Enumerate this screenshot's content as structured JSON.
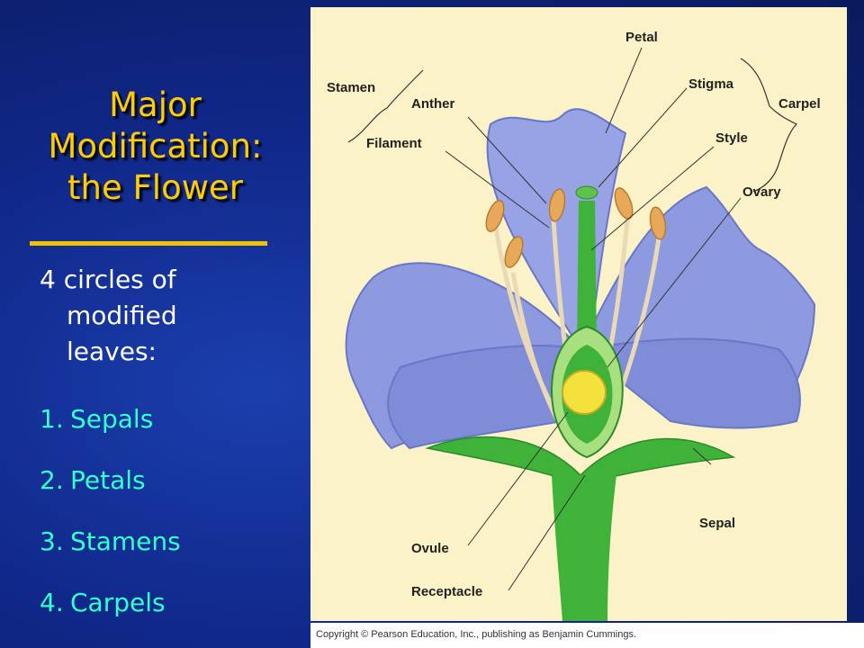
{
  "slide": {
    "title_lines": [
      "Major",
      "Modification:",
      "the Flower"
    ],
    "lead_lines": [
      "4 circles of",
      "modified",
      "leaves:"
    ],
    "parts": [
      {
        "num": "1.",
        "label": "Sepals"
      },
      {
        "num": "2.",
        "label": "Petals"
      },
      {
        "num": "3.",
        "label": "Stamens"
      },
      {
        "num": "4.",
        "label": "Carpels"
      }
    ],
    "copyright": "Copyright © Pearson Education, Inc., publishing as Benjamin Cummings."
  },
  "diagram": {
    "labels": {
      "stamen": "Stamen",
      "anther": "Anther",
      "filament": "Filament",
      "petal": "Petal",
      "stigma": "Stigma",
      "carpel": "Carpel",
      "style": "Style",
      "ovary": "Ovary",
      "sepal": "Sepal",
      "ovule": "Ovule",
      "receptacle": "Receptacle"
    },
    "colors": {
      "petal": "#8d9ae0",
      "petal_shadow": "#6a76c8",
      "green": "#3fb23a",
      "light_green": "#a9e07f",
      "anther": "#e8a85a",
      "filament": "#e9d9b6",
      "ovule": "#f4e23c",
      "background": "#fbf3c7"
    }
  }
}
